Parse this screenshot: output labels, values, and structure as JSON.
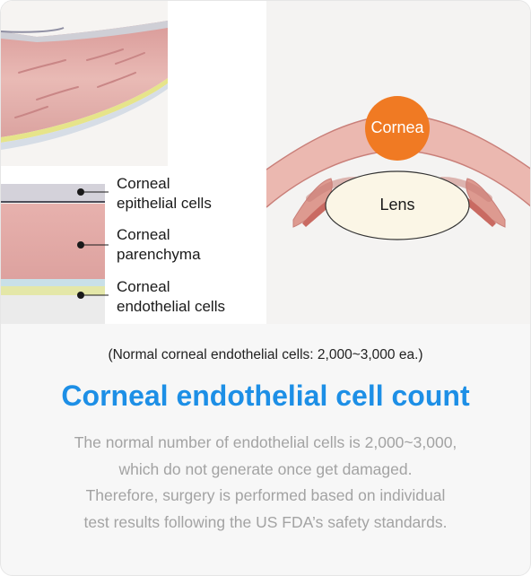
{
  "labels": {
    "epithelial": [
      "Corneal",
      "epithelial cells"
    ],
    "parenchyma": [
      "Corneal",
      "parenchyma"
    ],
    "endothelial": [
      "Corneal",
      "endothelial cells"
    ],
    "cornea_badge": "Cornea",
    "lens": "Lens"
  },
  "note": "(Normal corneal endothelial cells: 2,000~3,000 ea.)",
  "title": "Corneal endothelial cell count",
  "description": [
    "The normal number of endothelial cells is 2,000~3,000,",
    "which do not generate once get damaged.",
    "Therefore, surgery is performed based on individual",
    "test results following the US FDA’s safety standards."
  ],
  "colors": {
    "title": "#1d8fe6",
    "cornea_badge": "#f07a23",
    "tissue": "#e8b7b2",
    "description": "#a3a3a3"
  }
}
